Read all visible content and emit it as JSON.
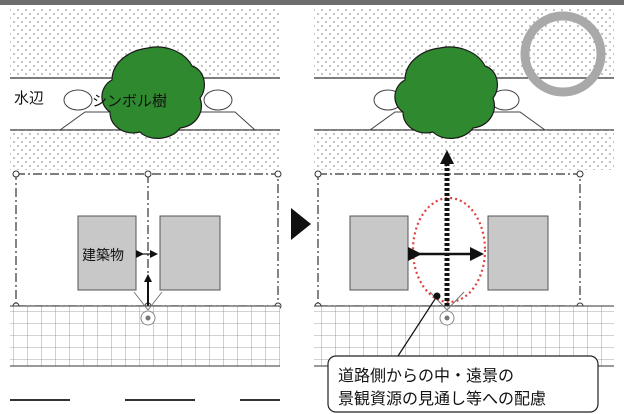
{
  "left_panel": {
    "waterside_label": "水辺",
    "symbol_tree_label": "シンボル樹",
    "building_label": "建築物"
  },
  "right_panel": {
    "caption_line1": "道路側からの中・遠景の",
    "caption_line2": "景観資源の見通し等への配慮"
  },
  "colors": {
    "tree_fill": "#2f8a2f",
    "tree_stroke": "#1a1a1a",
    "building_fill": "#c8c8c8",
    "highlight_ring": "#e04040",
    "circle_mark": "#a9a9a9",
    "top_bar": "#6e6e6e",
    "text": "#1a1a1a"
  },
  "icons": {
    "transition": "right-triangle-arrow-icon",
    "viewpoint": "eye-sight-lines-icon"
  }
}
